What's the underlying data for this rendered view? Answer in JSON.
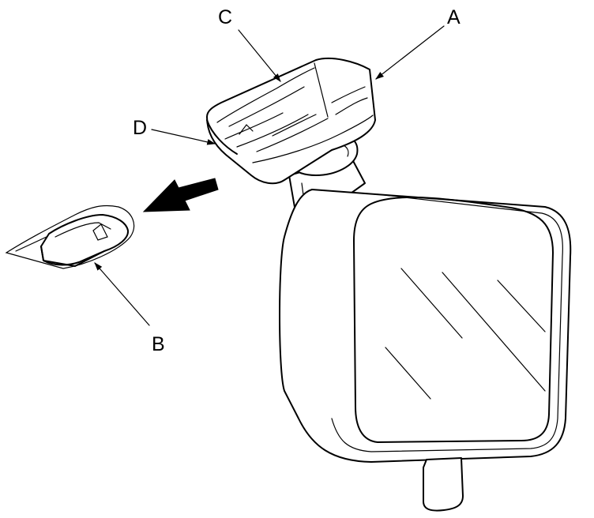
{
  "labels": {
    "a": "A",
    "b": "B",
    "c": "C",
    "d": "D"
  },
  "colors": {
    "line": "#000000",
    "background": "#ffffff"
  }
}
